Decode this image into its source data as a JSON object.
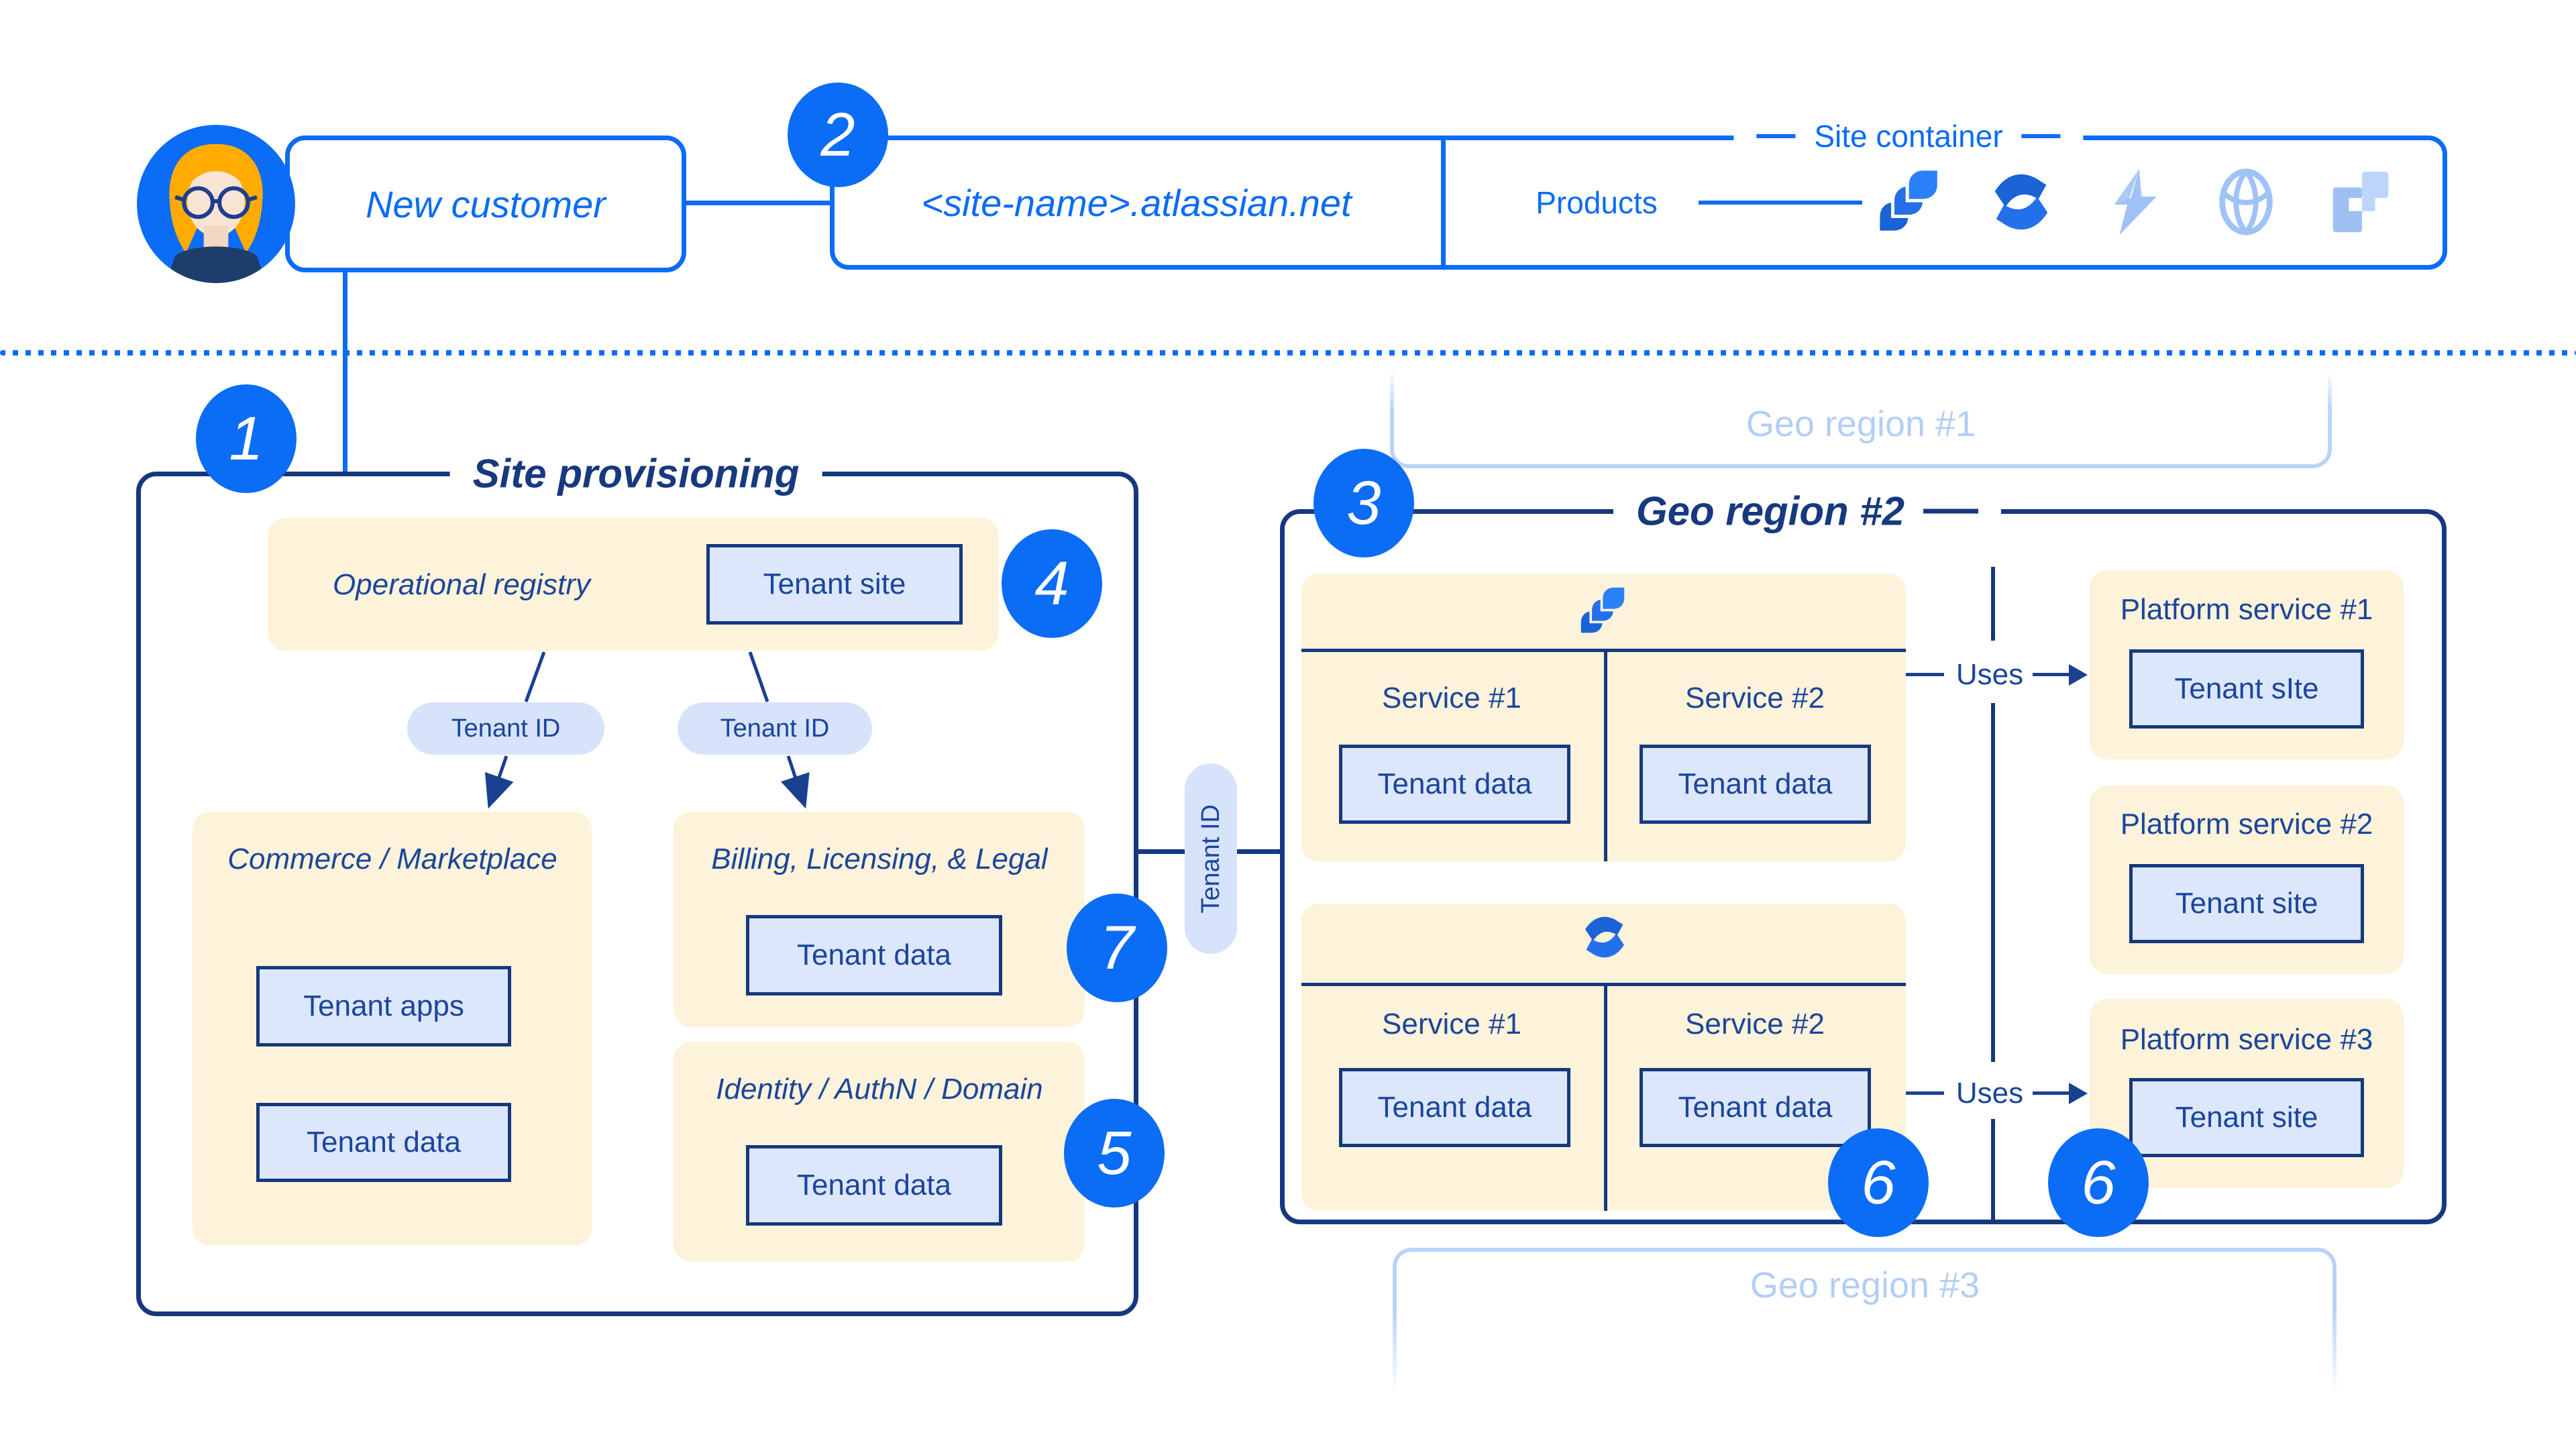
{
  "top": {
    "new_customer": "New customer",
    "site_name": "<site-name>.atlassian.net",
    "site_container": "Site container",
    "products_label": "Products",
    "product_icons": [
      "jira-icon",
      "confluence-icon",
      "lightning-icon",
      "globe-icon",
      "blocks-icon"
    ]
  },
  "badges": {
    "b1": "1",
    "b2": "2",
    "b3": "3",
    "b4": "4",
    "b5": "5",
    "b6": "6",
    "b7": "7"
  },
  "labels": {
    "tenant_site": "Tenant site",
    "tenant_data": "Tenant data",
    "tenant_apps": "Tenant apps",
    "tenant_id": "Tenant ID",
    "uses": "Uses",
    "service1": "Service #1",
    "service2": "Service #2"
  },
  "site_provisioning": {
    "title": "Site provisioning",
    "operational_registry": "Operational registry",
    "commerce": "Commerce / Marketplace",
    "billing": "Billing, Licensing, & Legal",
    "identity": "Identity / AuthN / Domain"
  },
  "geo_regions": {
    "r1": "Geo region #1",
    "r2": "Geo region #2",
    "r3": "Geo region #3"
  },
  "platform_services": [
    {
      "title": "Platform service #1",
      "tenant": "Tenant sIte"
    },
    {
      "title": "Platform service #2",
      "tenant": "Tenant site"
    },
    {
      "title": "Platform service #3",
      "tenant": "Tenant site"
    }
  ],
  "colors": {
    "brand_blue": "#0B6CF5",
    "navy": "#16387E",
    "cream": "#FCF3DA",
    "light_blue_fill": "#DCE7FB",
    "faded_blue": "#BAD3F8"
  }
}
